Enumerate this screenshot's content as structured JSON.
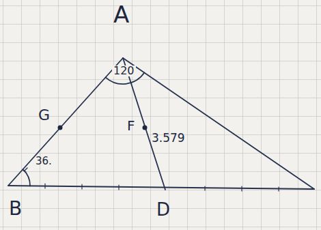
{
  "diagram": {
    "labels": [
      "A",
      "G",
      "120",
      "F",
      "3.579",
      "B",
      "36.",
      "D"
    ]
  }
}
